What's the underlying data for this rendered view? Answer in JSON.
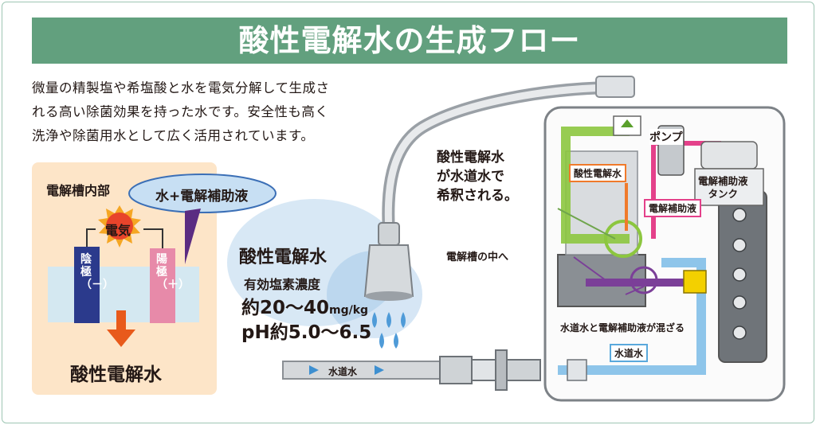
{
  "title": "酸性電解水の生成フロー",
  "intro": {
    "line1": "微量の精製塩や希塩酸と水を電気分解して生成さ",
    "line2": "れる高い除菌効果を持った水です。安全性も高く",
    "line3": "洗浄や除菌用水として広く活用されています。"
  },
  "cell_panel": {
    "heading": "電解槽内部",
    "bubble": "水+電解補助液",
    "electricity": "電気",
    "cathode": "陰極（－）",
    "anode": "陽極（＋）",
    "result": "酸性電解水"
  },
  "product": {
    "name": "酸性電解水",
    "conc_label": "有効塩素濃度",
    "conc_value": "約20〜40",
    "conc_unit": "mg/kg",
    "ph_main": "pH",
    "ph_value": "約5.0〜6.5"
  },
  "device": {
    "dilution_line1": "酸性電解水",
    "dilution_line2": "が水道水で",
    "dilution_line3": "希釈される。",
    "pump": "ポンプ",
    "tank_line1": "電解補助液",
    "tank_line2": "タンク",
    "tag_acid": "性電解水",
    "tag_acid_prefix": "酸",
    "tag_aux": "電解補助液",
    "into_cell": "電解槽の中へ",
    "mix": "水道水と電解補助液が混ざる",
    "tap_label": "水道水",
    "hose_label": "水道水"
  },
  "colors": {
    "banner": "#62a07e",
    "panel": "#fde5c8",
    "green_flow": "#8cc63f",
    "pink_flow": "#e4418a",
    "blue_flow": "#5aa9dc",
    "purple_flow": "#7b3f98",
    "orange_flow": "#f07a2b"
  }
}
